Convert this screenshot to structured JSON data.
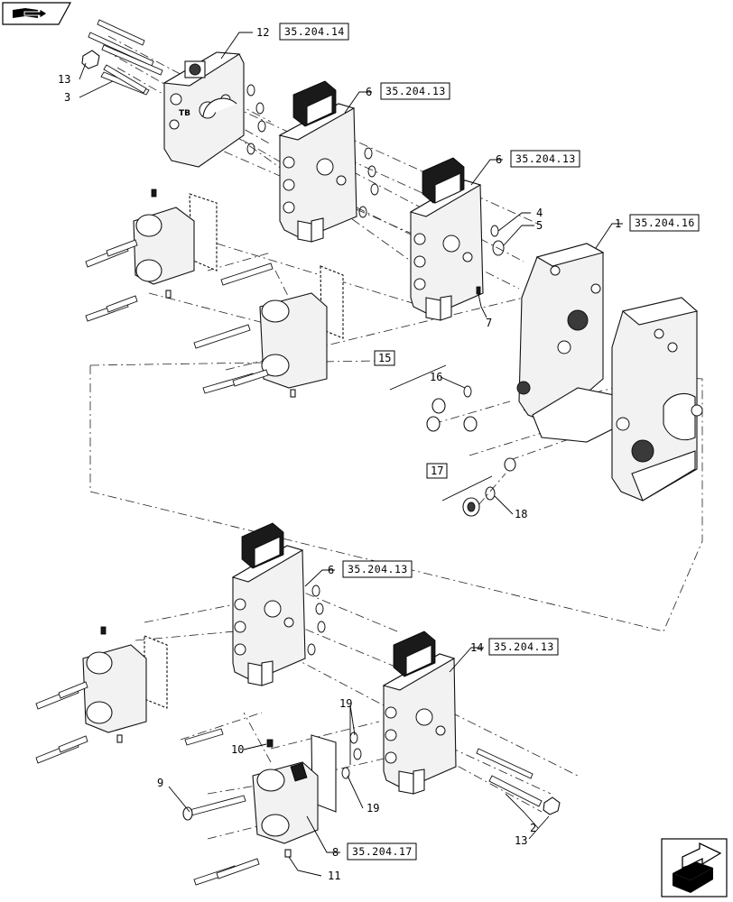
{
  "toolbar": {
    "top_icon": "book-arrow-icon",
    "bottom_icon": "next-page-arrow-icon"
  },
  "colors": {
    "line": "#000000",
    "fill": "#f2f2f2",
    "background": "#ffffff"
  },
  "callouts": {
    "c12": "12",
    "c13a": "13",
    "c3": "3",
    "c6a": "6",
    "c6b": "6",
    "c4": "4",
    "c5": "5",
    "c1": "1",
    "c7": "7",
    "c15": "15",
    "c16": "16",
    "c17": "17",
    "c18": "18",
    "c6c": "6",
    "c14": "14",
    "c19a": "19",
    "c10": "10",
    "c9": "9",
    "c19b": "19",
    "c2": "2",
    "c13b": "13",
    "c8": "8",
    "c11": "11"
  },
  "refs": {
    "r12": "35.204.14",
    "r6a": "35.204.13",
    "r6b": "35.204.13",
    "r1": "35.204.16",
    "r6c": "35.204.13",
    "r14": "35.204.13",
    "r8": "35.204.17"
  }
}
